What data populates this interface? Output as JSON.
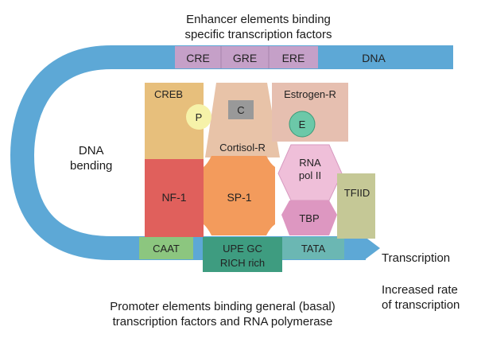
{
  "captions": {
    "enhancer_line1": "Enhancer elements binding",
    "enhancer_line2": "specific transcription factors",
    "promoter_line1": "Promoter elements binding general (basal)",
    "promoter_line2": "transcription factors and RNA polymerase",
    "transcription": "Transcription",
    "increased_line1": "Increased rate",
    "increased_line2": "of transcription"
  },
  "dna": {
    "label": "DNA",
    "bending_line1": "DNA",
    "bending_line2": "bending",
    "color": "#5da8d6"
  },
  "enhancers": {
    "cre": "CRE",
    "gre": "GRE",
    "ere": "ERE",
    "color": "#c5a0c8"
  },
  "promoters": {
    "caat": "CAAT",
    "upe_line1": "UPE GC",
    "upe_line2": "RICH rich",
    "tata": "TATA",
    "caat_color": "#8cc67f",
    "upe_color": "#3e9c80",
    "tata_color": "#6bb7b3"
  },
  "factors": {
    "creb": "CREB",
    "p": "P",
    "c": "C",
    "cortisol_r": "Cortisol-R",
    "estrogen_r": "Estrogen-R",
    "e": "E",
    "nf1": "NF-1",
    "sp1": "SP-1",
    "rna_line1": "RNA",
    "rna_line2": "pol II",
    "tbp": "TBP",
    "tfiid": "TFIID"
  },
  "colors": {
    "creb": "#e7bf7c",
    "p_circle": "#f6f2a9",
    "cortisol_r": "#e8c3a8",
    "c_box": "#999999",
    "estrogen_r": "#e6bfb0",
    "e_circle": "#6cc8a8",
    "nf1": "#e0605c",
    "sp1": "#f39b5c",
    "rna_pol": "#efbfd9",
    "tbp": "#dd97c1",
    "tfiid": "#c5c896"
  }
}
